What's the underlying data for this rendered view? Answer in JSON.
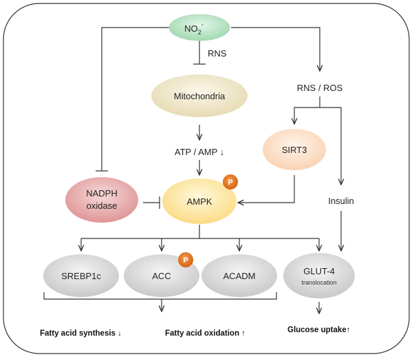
{
  "nodes": {
    "no2": {
      "label": "NO",
      "sub": "2",
      "sup": "-"
    },
    "mitochondria": {
      "label": "Mitochondria"
    },
    "sirt3": {
      "label": "SIRT3"
    },
    "nadph": {
      "line1": "NADPH",
      "line2": "oxidase"
    },
    "ampk": {
      "label": "AMPK"
    },
    "srebp1c": {
      "label": "SREBP1c"
    },
    "acc": {
      "label": "ACC"
    },
    "acadm": {
      "label": "ACADM"
    },
    "glut4": {
      "line1": "GLUT-4",
      "line2": "translocation"
    }
  },
  "labels": {
    "rns": "RNS",
    "rns_ros": "RNS / ROS",
    "atp_amp": "ATP / AMP ↓",
    "insulin": "Insulin",
    "phospho": "P"
  },
  "outcomes": {
    "fatty_synthesis": "Fatty acid synthesis ↓",
    "fatty_oxidation": "Fatty acid oxidation ↑",
    "glucose_uptake": "Glucose uptake↑"
  },
  "colors": {
    "no2": "#a9e0b9",
    "mitochondria": "#eee5c6",
    "sirt3": "#fde0c8",
    "nadph": "#e8a9aa",
    "ampk": "#fde9a4",
    "gray": "#d6d6d6",
    "phospho": "#e0701a"
  }
}
